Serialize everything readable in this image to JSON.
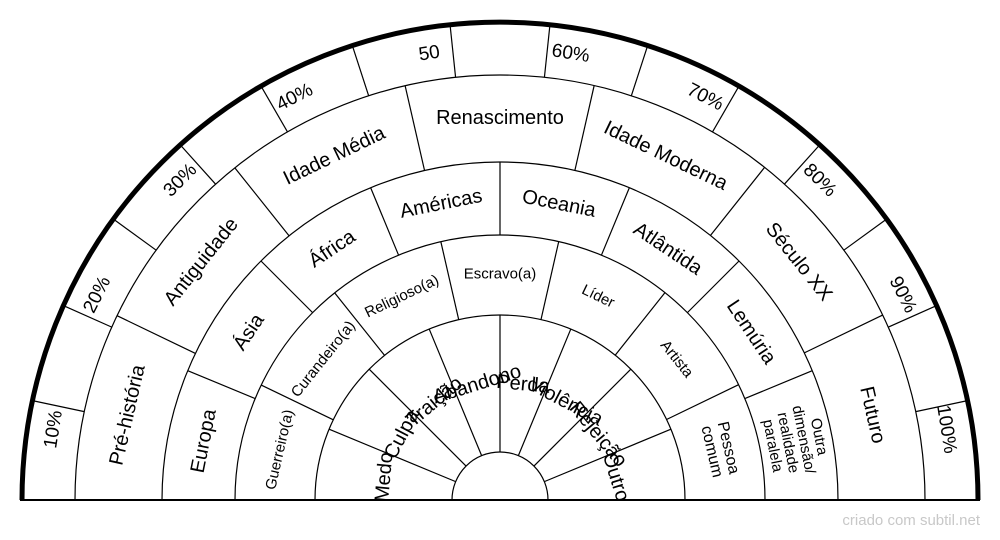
{
  "footer": {
    "credit": "criado com subtil.net"
  },
  "chart": {
    "rings": [
      {
        "name": "percent",
        "labels": [
          "10%",
          "20%",
          "30%",
          "40%",
          "50",
          "60%",
          "70%",
          "80%",
          "90%",
          "100%"
        ]
      },
      {
        "name": "eras",
        "labels": [
          "Pré-história",
          "Antiguidade",
          "Idade Média",
          "Renascimento",
          "Idade Moderna",
          "Século XX",
          "Futuro"
        ]
      },
      {
        "name": "places",
        "labels": [
          "Europa",
          "Ásia",
          "África",
          "Américas",
          "Oceania",
          "Atlântida",
          "Lemúria",
          "Outra dimensão/ realidade paralela"
        ]
      },
      {
        "name": "roles",
        "labels": [
          "Guerreiro(a)",
          "Curandeiro(a)",
          "Religioso(a)",
          "Escravo(a)",
          "Líder",
          "Artista",
          "Pessoa comum"
        ]
      },
      {
        "name": "themes",
        "labels": [
          "Medo",
          "Culpa",
          "Traição",
          "Abandono",
          "Perda",
          "Violência",
          "Rejeição",
          "Outro"
        ]
      }
    ]
  }
}
